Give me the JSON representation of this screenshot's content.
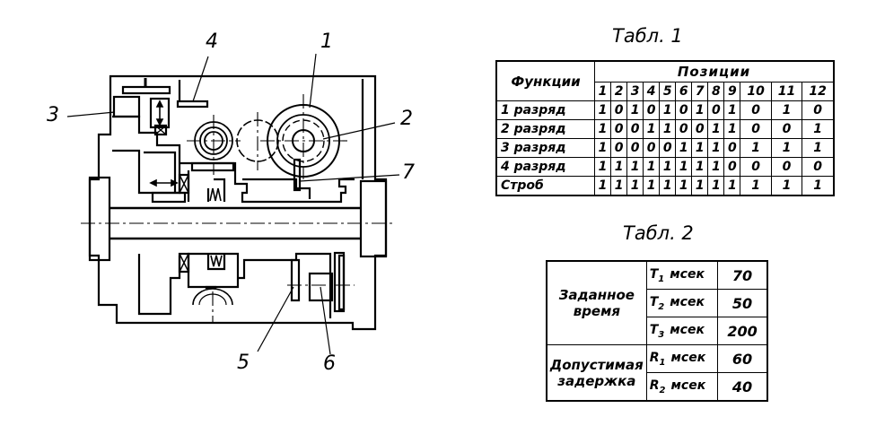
{
  "drawing": {
    "title": "Mechanism cross-section",
    "callouts": [
      "1",
      "2",
      "3",
      "4",
      "5",
      "6",
      "7"
    ]
  },
  "table1": {
    "title": "Табл. 1",
    "functions_header": "Функции",
    "positions_header": "Позиции",
    "positions": [
      "1",
      "2",
      "3",
      "4",
      "5",
      "6",
      "7",
      "8",
      "9",
      "10",
      "11",
      "12"
    ],
    "rows": [
      {
        "label": "1 разряд",
        "values": [
          "1",
          "0",
          "1",
          "0",
          "1",
          "0",
          "1",
          "0",
          "1",
          "0",
          "1",
          "0"
        ]
      },
      {
        "label": "2 разряд",
        "values": [
          "1",
          "0",
          "0",
          "1",
          "1",
          "0",
          "0",
          "1",
          "1",
          "0",
          "0",
          "1"
        ]
      },
      {
        "label": "3 разряд",
        "values": [
          "1",
          "0",
          "0",
          "0",
          "0",
          "1",
          "1",
          "1",
          "0",
          "1",
          "1",
          "1"
        ]
      },
      {
        "label": "4 разряд",
        "values": [
          "1",
          "1",
          "1",
          "1",
          "1",
          "1",
          "1",
          "1",
          "0",
          "0",
          "0",
          "0"
        ]
      },
      {
        "label": "Строб",
        "values": [
          "1",
          "1",
          "1",
          "1",
          "1",
          "1",
          "1",
          "1",
          "1",
          "1",
          "1",
          "1"
        ]
      }
    ]
  },
  "table2": {
    "title": "Табл. 2",
    "groups": [
      {
        "label_line1": "Заданное",
        "label_line2": "время",
        "rows": [
          {
            "sym": "T",
            "sub": "1",
            "unit": "мсек",
            "value": "70"
          },
          {
            "sym": "T",
            "sub": "2",
            "unit": "мсек",
            "value": "50"
          },
          {
            "sym": "T",
            "sub": "3",
            "unit": "мсек",
            "value": "200"
          }
        ]
      },
      {
        "label_line1": "Допустимая",
        "label_line2": "задержка",
        "rows": [
          {
            "sym": "R",
            "sub": "1",
            "unit": "мсек",
            "value": "60"
          },
          {
            "sym": "R",
            "sub": "2",
            "unit": "мсек",
            "value": "40"
          }
        ]
      }
    ]
  }
}
